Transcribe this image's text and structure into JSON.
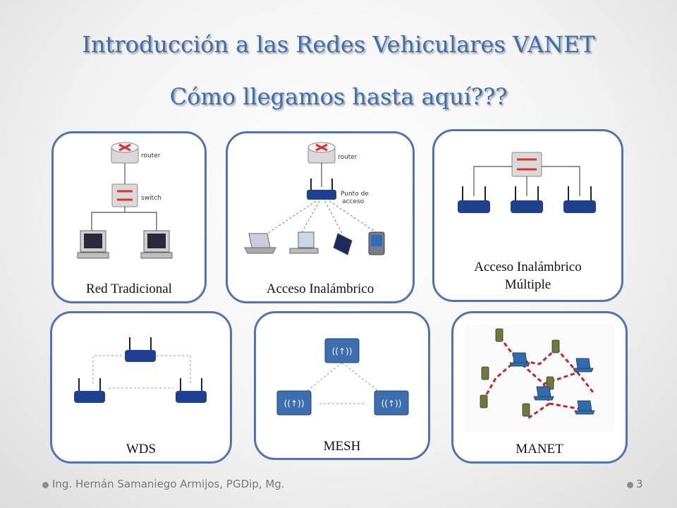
{
  "slide": {
    "title": "Introducción a las Redes Vehiculares VANET",
    "subtitle": "Cómo llegamos hasta aquí???"
  },
  "panels": [
    {
      "caption": "Red Tradicional",
      "labels": {
        "router": "router",
        "switch": "switch"
      }
    },
    {
      "caption": "Acceso Inalámbrico",
      "labels": {
        "router": "router",
        "ap1": "Punto de",
        "ap2": "acceso"
      }
    },
    {
      "caption_line1": "Acceso Inalámbrico",
      "caption_line2": "Múltiple"
    },
    {
      "caption": "WDS"
    },
    {
      "caption": "MESH"
    },
    {
      "caption": "MANET"
    }
  ],
  "footer": {
    "author": "Ing. Hernán Samaniego Armijos, PGDip, Mg.",
    "page_number": "3"
  },
  "colors": {
    "title": "#3b6fb0",
    "panel_border": "#4e74b3",
    "router_icon": "#e03030",
    "wireless_router": "#1f3f8f",
    "link_line": "#c0282f"
  }
}
